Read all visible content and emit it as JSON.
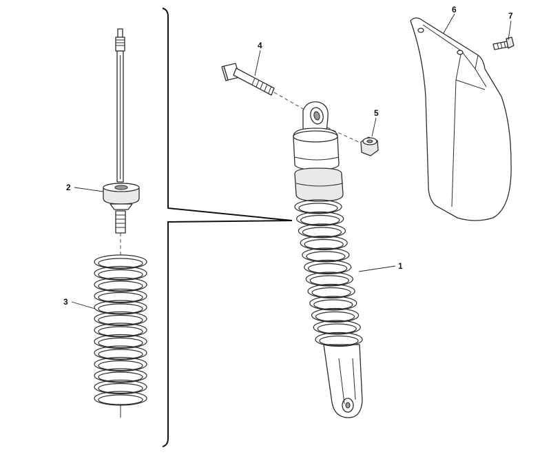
{
  "diagram": {
    "background": "#ffffff",
    "line_color": "#2b2b2b",
    "callouts": [
      {
        "id": "1",
        "label": "1"
      },
      {
        "id": "2",
        "label": "2"
      },
      {
        "id": "3",
        "label": "3"
      },
      {
        "id": "4",
        "label": "4"
      },
      {
        "id": "5",
        "label": "5"
      },
      {
        "id": "6",
        "label": "6"
      },
      {
        "id": "7",
        "label": "7"
      }
    ]
  }
}
